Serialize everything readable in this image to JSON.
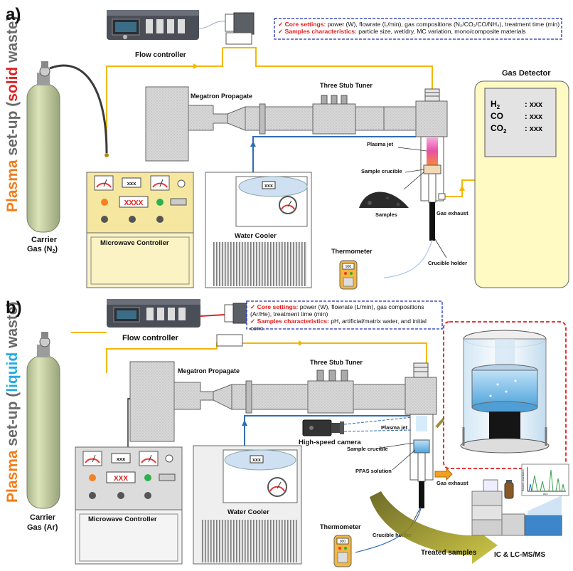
{
  "panel_a": {
    "panel_label": "a)",
    "side_title": {
      "plasma": "Plasma",
      "setup": "set-up (",
      "waste_type": "solid",
      "waste": " waste)"
    },
    "flow_controller": "Flow controller",
    "settings_box": {
      "core_label": "Core settings:",
      "core_text": "power (W), flowrate (L/min), gas compositions (N₂/CO₂/CO/NH₄), treatment time (min)",
      "samples_label": "Samples characteristics:",
      "samples_text": "particle size, wet/dry, MC variation, mono/composite materials"
    },
    "megatron": "Megatron Propagate",
    "stub_tuner": "Three Stub Tuner",
    "gas_detector": {
      "title": "Gas Detector",
      "rows": [
        {
          "gas": "H",
          "sub": "2",
          "value": ": xxx"
        },
        {
          "gas": "CO",
          "sub": "",
          "value": ": xxx"
        },
        {
          "gas": "CO",
          "sub": "2",
          "value": ": xxx"
        }
      ]
    },
    "carrier_gas": "Carrier",
    "carrier_gas_2": "Gas (N",
    "carrier_sub": "2",
    "carrier_close": ")",
    "microwave_controller": "Microwave Controller",
    "microwave_display": "XXXX",
    "microwave_small_display": "xxx",
    "water_cooler": "Water Cooler",
    "cooler_display": "xxx",
    "plasma_jet": "Plasma jet",
    "sample_crucible": "Sample crucible",
    "samples": "Samples",
    "gas_exhaust": "Gas exhaust",
    "thermometer": "Thermometer",
    "thermo_display": "900",
    "crucible_holder": "Crucible holder"
  },
  "panel_b": {
    "panel_label": "b)",
    "side_title": {
      "plasma": "Plasma",
      "setup": "set-up (",
      "waste_type": "liquid",
      "waste": " waste)"
    },
    "flow_controller": "Flow controller",
    "settings_box": {
      "core_label": "Core settings:",
      "core_text": "power (W), flowrate (L/min), gas compositions (Ar/He), treatment time (min)",
      "samples_label": "Samples characteristics:",
      "samples_text": "pH, artificial/matrix water, and initial conc."
    },
    "megatron": "Megatron Propagate",
    "stub_tuner": "Three Stub Tuner",
    "carrier_gas": "Carrier",
    "carrier_gas_2": "Gas (Ar)",
    "microwave_controller": "Microwave Controller",
    "microwave_display": "XXX",
    "microwave_small_display": "xxx",
    "water_cooler": "Water Cooler",
    "cooler_display": "xxx",
    "high_speed_camera": "High-speed camera",
    "plasma_jet": "Plasma jet",
    "sample_crucible": "Sample crucible",
    "pfas_solution": "PFAS solution",
    "gas_exhaust": "Gas exhaust",
    "thermometer": "Thermometer",
    "thermo_display": "900",
    "crucible_holder": "Crucible holder",
    "treated_samples": "Treated samples",
    "analysis": "IC & LC-MS/MS",
    "ms_ylabel": "Relative abundance",
    "ms_xlabel": "m/z"
  },
  "colors": {
    "orange": "#ef7d1a",
    "red": "#e21b1b",
    "cyan": "#23a9e1",
    "gas_line": "#f2b705",
    "water_line": "#2f6db5",
    "cylinder": "#c6cfa1",
    "controller_panel": "#f6e7a0",
    "gas_detector": "#fff9c4",
    "dashed_box": "#1d2fb8"
  }
}
